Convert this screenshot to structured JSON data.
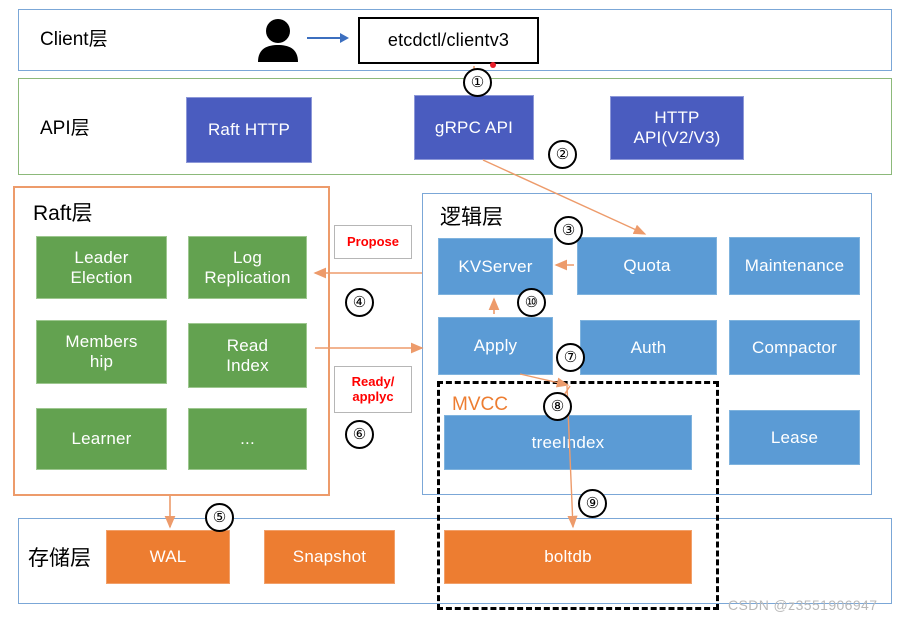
{
  "diagram": {
    "title": "etcd architecture layers",
    "watermark": "CSDN @z3551906947",
    "colors": {
      "api_blue": "#4A5CBF",
      "logic_blue": "#5B9BD5",
      "raft_green": "#63A250",
      "storage_orange": "#ED7D31",
      "arrow_orange": "#ED9B6B",
      "label_red": "#FF0000",
      "client_border": "#7BA7D7",
      "api_border": "#8CB97A",
      "raft_border": "#ED9B6B",
      "logic_border": "#7BA7D7",
      "storage_border": "#7BA7D7"
    }
  },
  "layers": {
    "client": {
      "title": "Client层",
      "node": "etcdctl/clientv3",
      "user_icon": "person-icon",
      "arrow_icon": "arrow-right-icon"
    },
    "api": {
      "title": "API层",
      "boxes": [
        {
          "label": "Raft HTTP"
        },
        {
          "label": "gRPC API"
        },
        {
          "label": "HTTP\nAPI(V2/V3)"
        }
      ]
    },
    "raft": {
      "title": "Raft层",
      "boxes": [
        {
          "label": "Leader\nElection"
        },
        {
          "label": "Log\nReplication"
        },
        {
          "label": "Members\nhip"
        },
        {
          "label": "Read\nIndex"
        },
        {
          "label": "Learner"
        },
        {
          "label": "..."
        }
      ]
    },
    "logic": {
      "title": "逻辑层",
      "boxes": [
        {
          "label": "KVServer"
        },
        {
          "label": "Quota"
        },
        {
          "label": "Maintenance"
        },
        {
          "label": "Apply"
        },
        {
          "label": "Auth"
        },
        {
          "label": "Compactor"
        },
        {
          "label": "treeIndex"
        },
        {
          "label": "Lease"
        }
      ],
      "mvcc_label": "MVCC"
    },
    "storage": {
      "title": "存储层",
      "boxes": [
        {
          "label": "WAL"
        },
        {
          "label": "Snapshot"
        },
        {
          "label": "boltdb"
        }
      ]
    }
  },
  "edge_labels": {
    "propose": "Propose",
    "ready_applyc": "Ready/\napplyc"
  },
  "step_markers": [
    {
      "id": "1",
      "glyph": "①"
    },
    {
      "id": "2",
      "glyph": "②"
    },
    {
      "id": "3",
      "glyph": "③"
    },
    {
      "id": "4",
      "glyph": "④"
    },
    {
      "id": "5",
      "glyph": "⑤"
    },
    {
      "id": "6",
      "glyph": "⑥"
    },
    {
      "id": "7",
      "glyph": "⑦"
    },
    {
      "id": "8",
      "glyph": "⑧"
    },
    {
      "id": "9",
      "glyph": "⑨"
    },
    {
      "id": "10",
      "glyph": "⑩"
    }
  ]
}
